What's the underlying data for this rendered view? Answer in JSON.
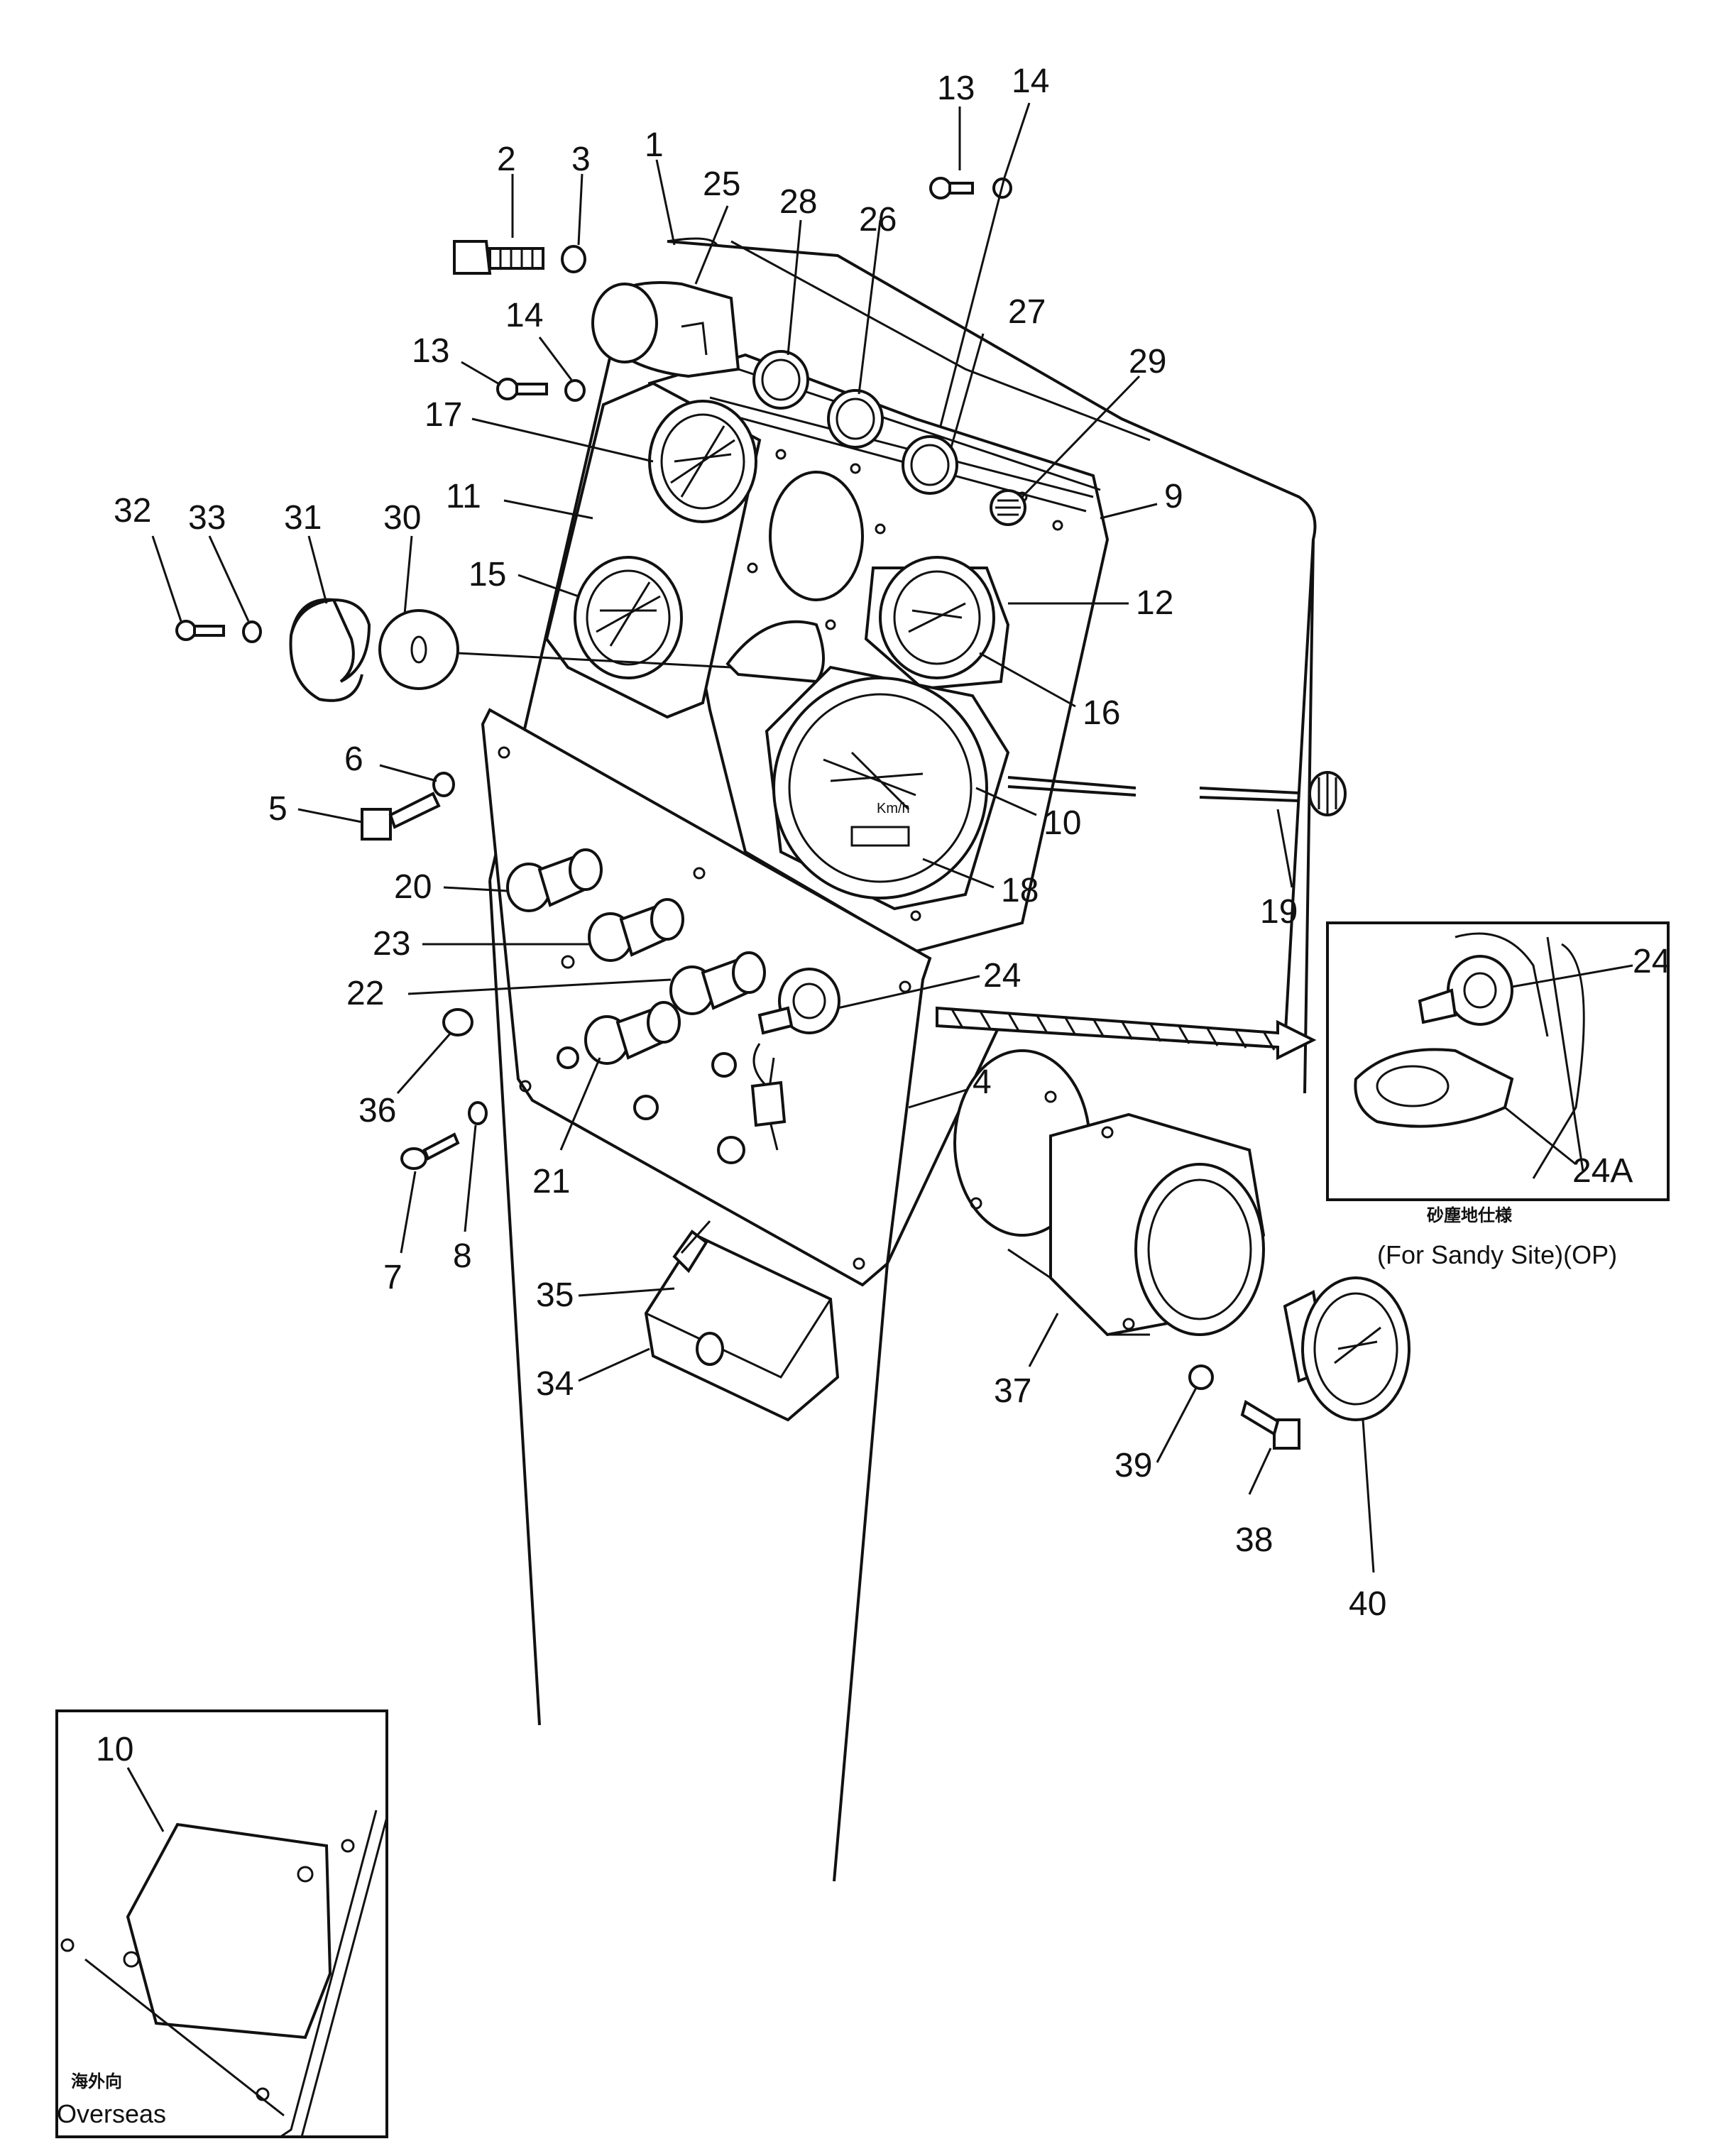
{
  "callouts": [
    "1",
    "2",
    "3",
    "4",
    "5",
    "6",
    "7",
    "8",
    "9",
    "10",
    "11",
    "12",
    "13",
    "13",
    "14",
    "14",
    "15",
    "16",
    "17",
    "18",
    "19",
    "20",
    "21",
    "22",
    "23",
    "24",
    "24",
    "24A",
    "25",
    "26",
    "27",
    "28",
    "29",
    "30",
    "31",
    "32",
    "33",
    "34",
    "35",
    "36",
    "37",
    "38",
    "39",
    "40",
    "10"
  ],
  "inset_sandy": {
    "label_jp": "砂塵地仕様",
    "label_en": "(For Sandy Site)(OP)"
  },
  "inset_overseas": {
    "label_jp": "海外向",
    "label_en": "Overseas"
  },
  "gauge_text": {
    "speed_units": "Km/h"
  }
}
